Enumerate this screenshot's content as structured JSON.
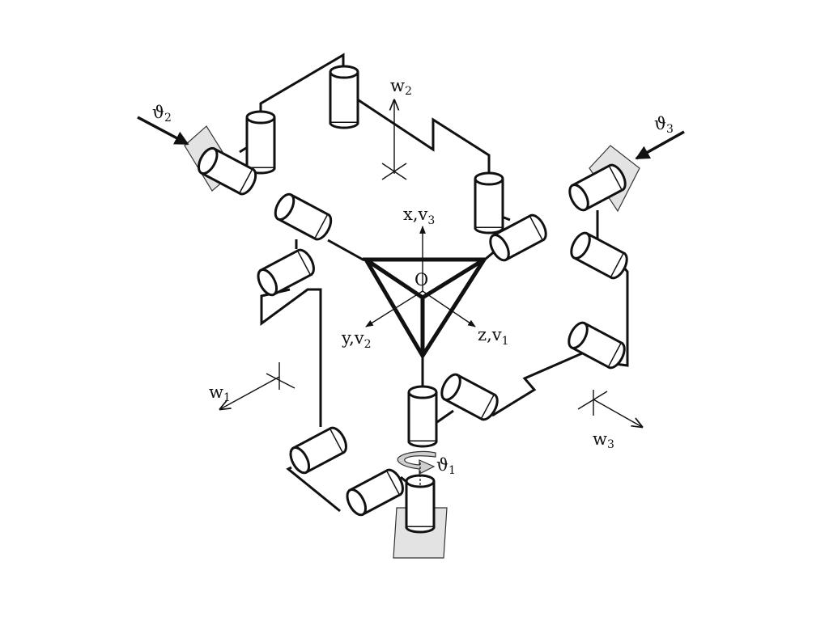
{
  "labels": {
    "origin": "O",
    "x_axis": "x,v",
    "x_axis_sub": "3",
    "y_axis": "y,v",
    "y_axis_sub": "2",
    "z_axis": "z,v",
    "z_axis_sub": "1",
    "w1": "w",
    "w1_sub": "1",
    "w2": "w",
    "w2_sub": "2",
    "w3": "w",
    "w3_sub": "3",
    "theta1": "ϑ",
    "theta1_sub": "1",
    "theta2": "ϑ",
    "theta2_sub": "2",
    "theta3": "ϑ",
    "theta3_sub": "3"
  },
  "colors": {
    "line": "#111111",
    "pad": "#e3e3e3",
    "background": "#ffffff"
  }
}
